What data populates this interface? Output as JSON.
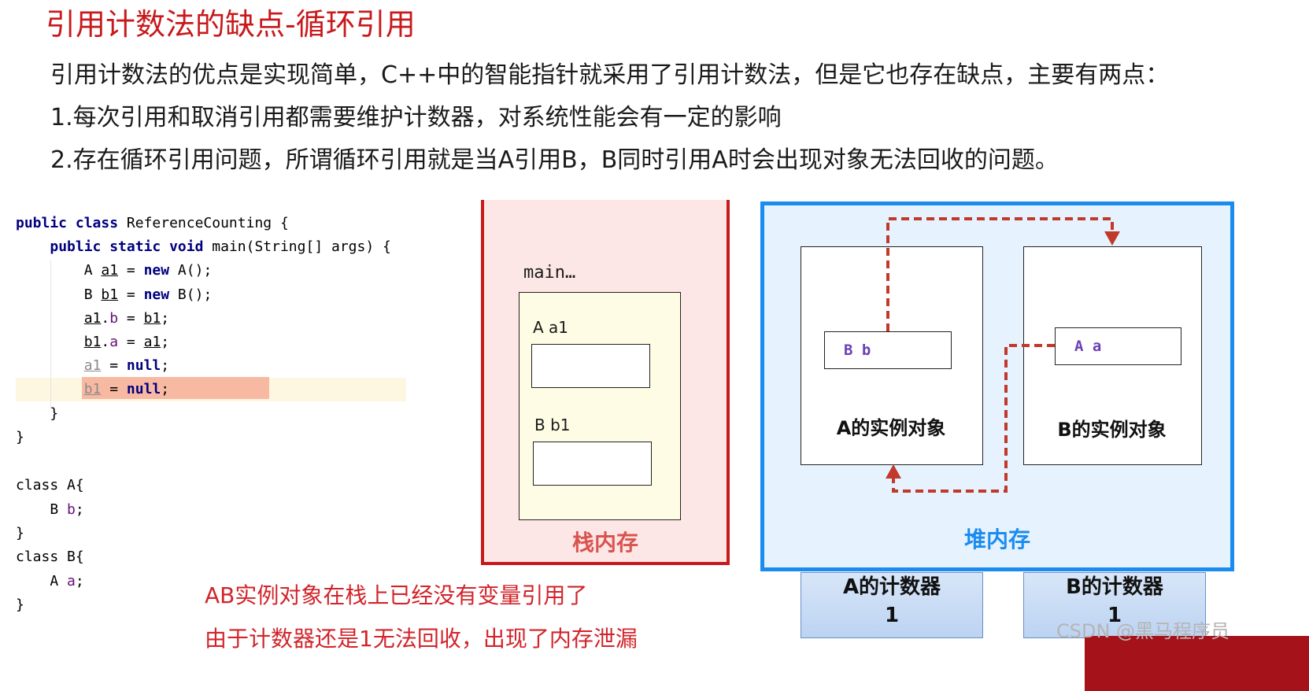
{
  "title": "引用计数法的缺点-循环引用",
  "paragraphs": [
    "引用计数法的优点是实现简单，C++中的智能指针就采用了引用计数法，但是它也存在缺点，主要有两点：",
    "1.每次引用和取消引用都需要维护计数器，对系统性能会有一定的影响",
    "2.存在循环引用问题，所谓循环引用就是当A引用B，B同时引用A时会出现对象无法回收的问题。"
  ],
  "code": {
    "class_name": "ReferenceCounting",
    "lines": [
      "public class ReferenceCounting {",
      "    public static void main(String[] args) {",
      "        A a1 = new A();",
      "        B b1 = new B();",
      "        a1.b = b1;",
      "        b1.a = a1;",
      "        a1 = null;",
      "        b1 = null;",
      "    }",
      "}",
      "",
      "class A{",
      "    B b;",
      "}",
      "class B{",
      "    A a;",
      "}"
    ]
  },
  "stack": {
    "frame_label": "main…",
    "var_a": "A   a1",
    "var_b": "B   b1",
    "label": "栈内存"
  },
  "heap": {
    "obj_a_field": "B  b",
    "obj_a_label": "A的实例对象",
    "obj_b_field": "A  a",
    "obj_b_label": "B的实例对象",
    "label": "堆内存"
  },
  "counters": [
    {
      "label": "A的计数器",
      "value": "1"
    },
    {
      "label": "B的计数器",
      "value": "1"
    }
  ],
  "notes": [
    "AB实例对象在栈上已经没有变量引用了",
    "由于计数器还是1无法回收，出现了内存泄漏"
  ],
  "watermark": "CSDN @黑马程序员",
  "colors": {
    "title": "#c8191c",
    "stack_border": "#c8191c",
    "heap_border": "#1a8cf0",
    "arrow": "#c0392b"
  }
}
